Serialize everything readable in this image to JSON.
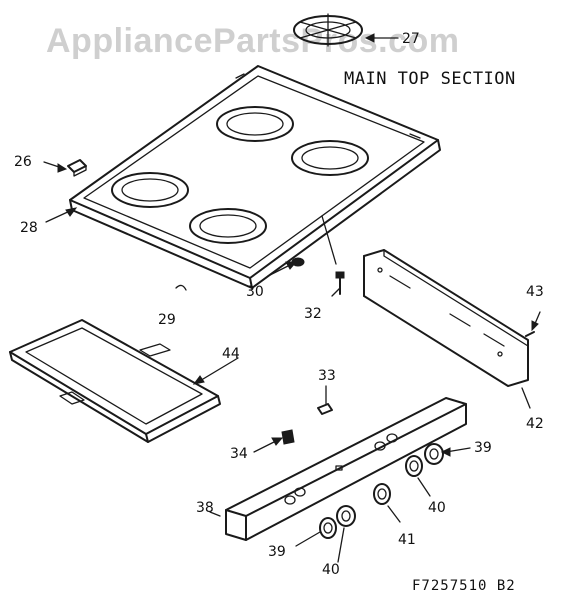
{
  "watermark": "AppliancePartsPros.com",
  "section_title": "MAIN TOP SECTION",
  "diagram_code": "F7257510 B2",
  "callouts": {
    "c27": "27",
    "c26": "26",
    "c28": "28",
    "c29": "29",
    "c30": "30",
    "c32": "32",
    "c43": "43",
    "c42": "42",
    "c44": "44",
    "c33": "33",
    "c34": "34",
    "c39a": "39",
    "c39b": "39",
    "c40a": "40",
    "c40b": "40",
    "c41": "41",
    "c38": "38"
  }
}
